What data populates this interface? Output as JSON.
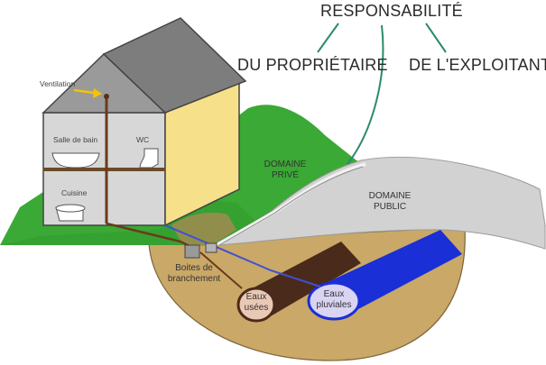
{
  "header": {
    "responsabilite": "RESPONSABILITÉ",
    "proprietaire": "DU PROPRIÉTAIRE",
    "exploitant": "DE L'EXPLOITANT"
  },
  "house": {
    "ventilation": "Ventilation",
    "salle_de_bain": "Salle de bain",
    "wc": "WC",
    "cuisine": "Cuisine"
  },
  "domains": {
    "prive_line1": "DOMAINE",
    "prive_line2": "PRIVÉ",
    "public_line1": "DOMAINE",
    "public_line2": "PUBLIC"
  },
  "boxes": {
    "line1": "Boites de",
    "line2": "branchement"
  },
  "pipes": {
    "usees_line1": "Eaux",
    "usees_line2": "usées",
    "pluviales_line1": "Eaux",
    "pluviales_line2": "pluviales"
  },
  "colors": {
    "grass": "#3aa935",
    "soil": "#c9a868",
    "road": "#cfcfcf",
    "wall": "#f6e08a",
    "roof": "#7d7d7d",
    "pipe_brown": "#4a2a1a",
    "pipe_blue": "#1a2fd6",
    "accent_teal": "#2b8a6e",
    "arrow": "#f5c400"
  }
}
